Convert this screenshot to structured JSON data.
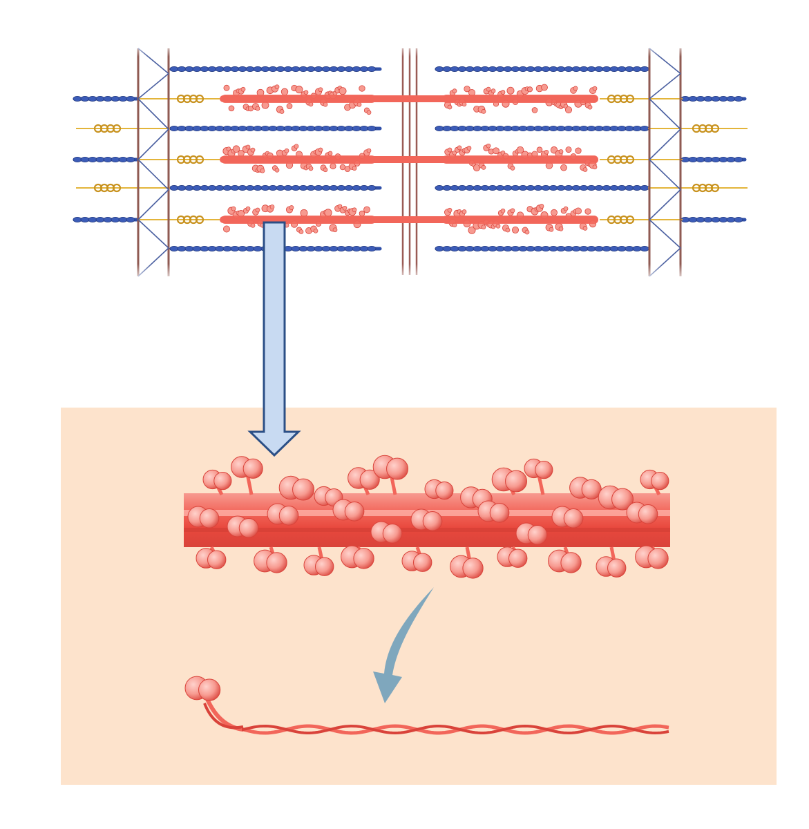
{
  "colors": {
    "actin": "#2f4fa8",
    "titin": "#e3b43a",
    "myosin": "#f2665a",
    "myosin_light": "#f79a90",
    "myosin_dark": "#d9433a",
    "z_disc": "#8f5a52",
    "m_line": "#9a5b55",
    "zoom_panel": "#fde3cc",
    "block_arrow_fill": "#c8daf2",
    "block_arrow_stroke": "#2b4f86",
    "curved_arrow": "#7fa7bd"
  },
  "diagram": {
    "sarcomere": {
      "myosin_thick_filaments": 3,
      "actin_thin_filaments": 4,
      "titin_springs": 3
    },
    "icons": [
      "block-arrow-down-icon",
      "curved-arrow-icon"
    ]
  }
}
